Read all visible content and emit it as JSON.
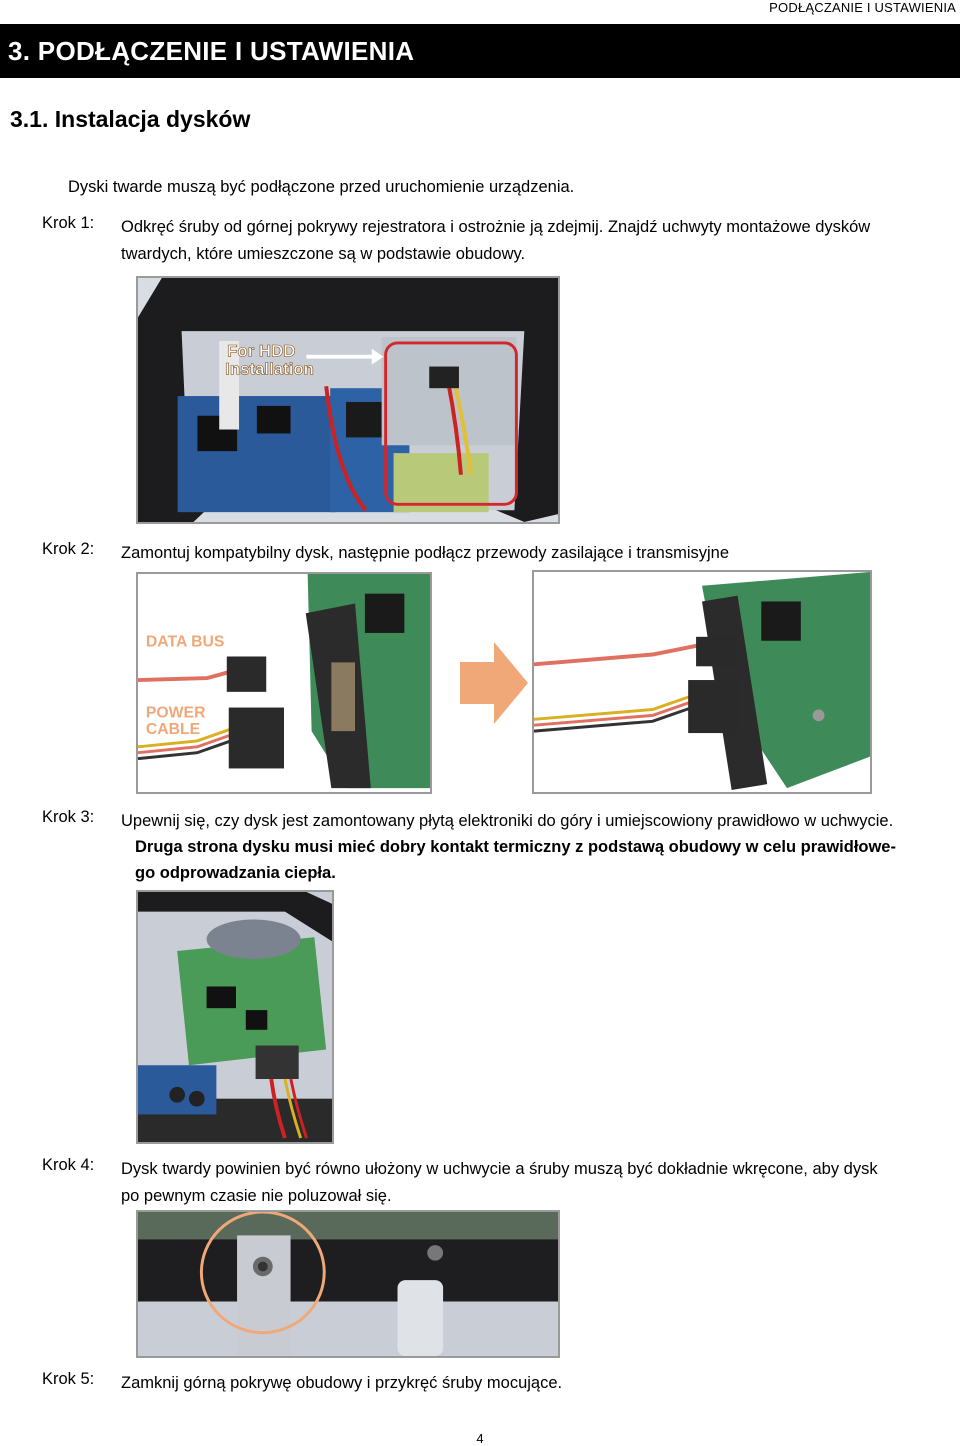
{
  "header": {
    "running": "PODŁĄCZANIE I USTAWIENIA"
  },
  "chapter": {
    "title": "3. PODŁĄCZENIE I USTAWIENIA"
  },
  "section": {
    "title": "3.1. Instalacja dysków"
  },
  "intro": "Dyski twarde muszą być podłączone przed uruchomienie urządzenia.",
  "steps": [
    {
      "label": "Krok 1:",
      "line1": "Odkręć śruby od górnej pokrywy rejestratora i ostrożnie ją zdejmij. Znajdź uchwyty montażowe dysków",
      "line2": "twardych, które umieszczone są w podstawie obudowy."
    },
    {
      "label": "Krok 2:",
      "line1": "Zamontuj kompatybilny dysk, następnie podłącz przewody zasilające i transmisyjne"
    },
    {
      "label": "Krok 3:",
      "line1": "Upewnij się, czy dysk jest zamontowany płytą elektroniki do góry i umiejscowiony prawidłowo w uchwycie.",
      "bold1": "Druga strona dysku musi mieć dobry kontakt termiczny z podstawą obudowy w celu prawidłowe-",
      "bold2": "go odprowadzania ciepła."
    },
    {
      "label": "Krok 4:",
      "line1": "Dysk twardy powinien być równo ułożony w uchwycie a śruby muszą być dokładnie wkręcone, aby dysk",
      "line2": "po pewnym czasie nie poluzował się."
    },
    {
      "label": "Krok 5:",
      "line1": "Zamknij górną pokrywę obudowy i przykręć śruby mocujące."
    }
  ],
  "photo1": {
    "label1": "For HDD",
    "label2": "Installation"
  },
  "photo2": {
    "data_bus": "DATA BUS",
    "power1": "POWER",
    "power2": "CABLE"
  },
  "page": {
    "number": "4"
  },
  "colors": {
    "accent_orange": "#f0a878",
    "highlight_red": "#d0282c",
    "pcb_blue": "#2a5a9a",
    "pcb_green": "#3a8a4a"
  }
}
